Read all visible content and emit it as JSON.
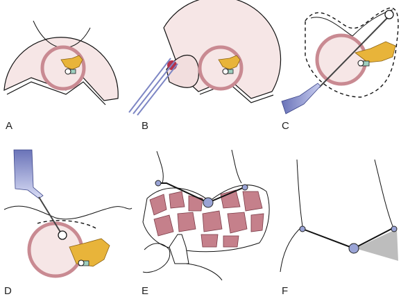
{
  "panels": [
    {
      "id": "A",
      "label": "A"
    },
    {
      "id": "B",
      "label": "B"
    },
    {
      "id": "C",
      "label": "C"
    },
    {
      "id": "D",
      "label": "D"
    },
    {
      "id": "E",
      "label": "E"
    },
    {
      "id": "F",
      "label": "F"
    }
  ],
  "colors": {
    "skin": "#f6e6e6",
    "membrane_ring": "#c98a92",
    "ossicle": "#e8b43a",
    "stapes": "#9fd0c0",
    "instrument": "#7d86c4",
    "bead": "#9aa4d6",
    "tissue": "#c5808b",
    "outline": "#111111"
  }
}
